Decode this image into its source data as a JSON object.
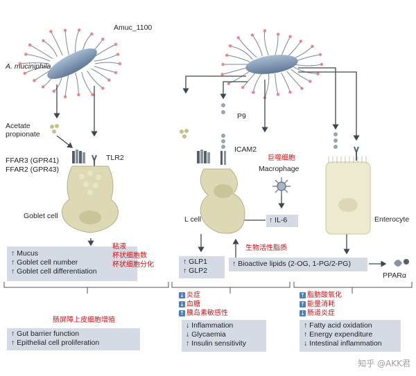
{
  "bacterium_labels": {
    "species": "A. muciniphila",
    "protein": "Amuc_1100"
  },
  "left_panel": {
    "metabolites": "Acetate\npropionate",
    "receptors": [
      "FFAR3 (GPR41)",
      "FFAR2 (GPR43)"
    ],
    "tlr": "TLR2",
    "cell": "Goblet cell",
    "effects": [
      "↑ Mucus",
      "↑ Goblet cell number",
      "↑ Goblet cell differentiation"
    ],
    "effects_cn": [
      "粘液",
      "杯状细胞数",
      "杯状细胞分化"
    ],
    "outcome_cn": "肠屏障上皮细胞增殖",
    "outcome": [
      "↑ Gut barrier function",
      "↑ Epithelial cell proliferation"
    ]
  },
  "right_panel": {
    "p9": "P9",
    "icam2": "ICAM2",
    "macrophage_cn": "巨噬细胞",
    "macrophage": "Macrophage",
    "il6": "↑ IL-6",
    "l_cell": "L cell",
    "enterocyte": "Enterocyte",
    "glp": [
      "↑ GLP1",
      "↑ GLP2"
    ],
    "lipids_cn": "生物活性脂质",
    "lipids": "↑ Bioactive lipids (2-OG, 1-PG/2-PG)",
    "ppar": "PPARα",
    "mid_outcome_cn": [
      "炎症",
      "血糖",
      "胰岛素敏感性"
    ],
    "mid_outcome": [
      "↓ Inflammation",
      "↓ Glycaemia",
      "↑ Insulin sensitivity"
    ],
    "right_outcome_cn": [
      "脂肪酸氧化",
      "能量消耗",
      "肠道炎症"
    ],
    "right_outcome": [
      "↑ Fatty acid oxidation",
      "↑ Energy expenditure",
      "↓ Intestinal inflammation"
    ]
  },
  "watermark": "知乎 @AKK君",
  "colors": {
    "cell_fill": "#dcd9b4",
    "cell_light": "#eeead0",
    "box_fill": "#d5dbe5",
    "cn_text": "#c8171b",
    "bacterium": "#7f97b3",
    "dots": "#e6868a"
  }
}
